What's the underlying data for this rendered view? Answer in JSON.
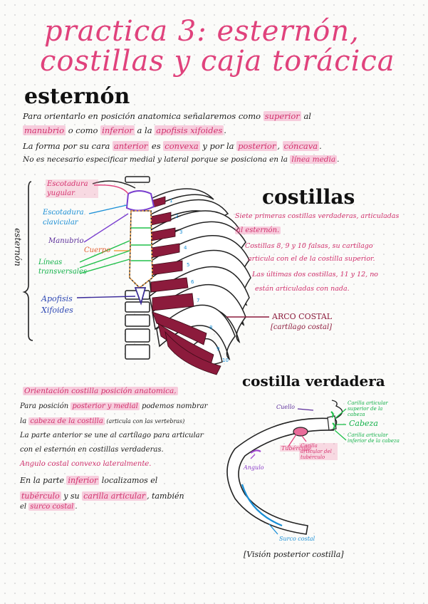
{
  "title": {
    "line1": "practica 3: esternón,",
    "line2": "costillas y caja torácica"
  },
  "esternon": {
    "heading": "esternón",
    "lines": [
      [
        "Para orientarlo en posición anatomica señalaremos como ",
        "superior",
        " al"
      ],
      [
        "manubrio",
        " o como ",
        "inferior",
        " a la ",
        "apofisis xifoides",
        "."
      ],
      [
        "La forma por su cara ",
        "anterior",
        " es ",
        "convexa",
        " y por la ",
        "posterior",
        ", ",
        "cóncava",
        "."
      ],
      [
        "No es necesario especificar medial y lateral porque se posiciona en la ",
        "línea media",
        "."
      ]
    ]
  },
  "figure_labels": {
    "esternon_side": "esternón",
    "escotadura_yugular": "Escotadura yugular",
    "escotadura_clavicular": "Escotadura clavicular",
    "manubrio": "Manubrio",
    "cuerpo": "Cuerpo",
    "lineas_transversales": "Líneas transversales",
    "apofisis_xifoides": "Apofisis Xifoides",
    "arco_costal": "ARCO COSTAL",
    "cartilago_costal": "[cartílago costal]",
    "rib_numbers": [
      "1",
      "2",
      "3",
      "4",
      "5",
      "6",
      "7",
      "8",
      "9",
      "10"
    ]
  },
  "costillas": {
    "heading": "costillas",
    "lines": [
      "Siete primeras costillas verdaderas, articuladas",
      "al esternón.",
      "Costillas 8, 9 y 10 falsas, su cartílago",
      "articula con el de la costilla superior.",
      "Las últimas dos costillas, 11 y 12, no",
      "están articuladas con nada."
    ]
  },
  "orientacion": {
    "heading": "Orientación costilla posición anatomica.",
    "lines": [
      [
        "Para posición ",
        "posterior y medial",
        " podemos nombrar"
      ],
      [
        "la ",
        "cabeza de la costilla",
        " (articula con las vertebras)"
      ],
      [
        "La parte anterior se une al cartílago para articular"
      ],
      [
        "con el esternón en costillas verdaderas."
      ],
      [
        "Angulo costal convexo lateralmente."
      ],
      [
        "En la parte ",
        "inferior",
        " localizamos el"
      ],
      [
        "tubérculo",
        " y su ",
        "carilla articular",
        ", también"
      ],
      [
        "el ",
        "surco costal",
        "."
      ]
    ]
  },
  "costilla_verdadera": {
    "heading": "costilla verdadera",
    "labels": {
      "cuello": "Cuello",
      "carilla_superior": "Carilla articular superior de la cabeza",
      "cabeza": "Cabeza",
      "carilla_inferior": "Carilla articular inferior de la cabeza",
      "tuberculo": "Tubérculo",
      "carilla_tuberculo": "Carilla articular del tubérculo",
      "angulo": "Angulo",
      "surco_costal": "Surco costal"
    },
    "caption": "[Visión posterior costilla]"
  }
}
